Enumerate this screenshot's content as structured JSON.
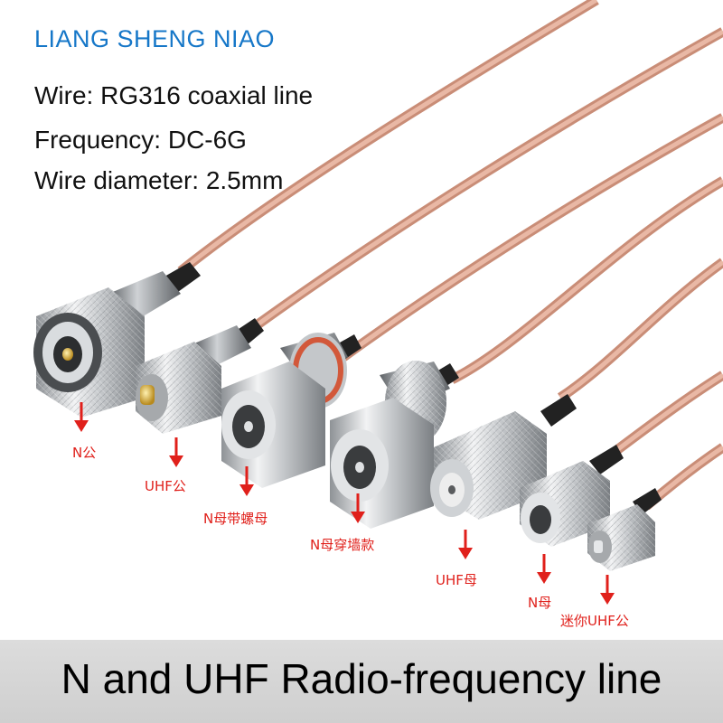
{
  "brand": {
    "name": "LIANG SHENG NIAO",
    "color": "#1677c8"
  },
  "specs": {
    "wire": "Wire:  RG316 coaxial line",
    "frequency": "Frequency:  DC-6G",
    "diameter": "Wire diameter:  2.5mm"
  },
  "connectors": [
    {
      "label": "N公",
      "icon": "n-male-connector-icon"
    },
    {
      "label": "UHF公",
      "icon": "uhf-male-connector-icon"
    },
    {
      "label": "N母带螺母",
      "icon": "n-female-nut-connector-icon"
    },
    {
      "label": "N母穿墙款",
      "icon": "n-female-bulkhead-connector-icon"
    },
    {
      "label": "UHF母",
      "icon": "uhf-female-connector-icon"
    },
    {
      "label": "N母",
      "icon": "n-female-connector-icon"
    },
    {
      "label": "迷你UHF公",
      "icon": "mini-uhf-male-connector-icon"
    }
  ],
  "label_color": "#e0201b",
  "cable_color": "#d9a08a",
  "footer": {
    "title": "N and UHF Radio-frequency line"
  }
}
